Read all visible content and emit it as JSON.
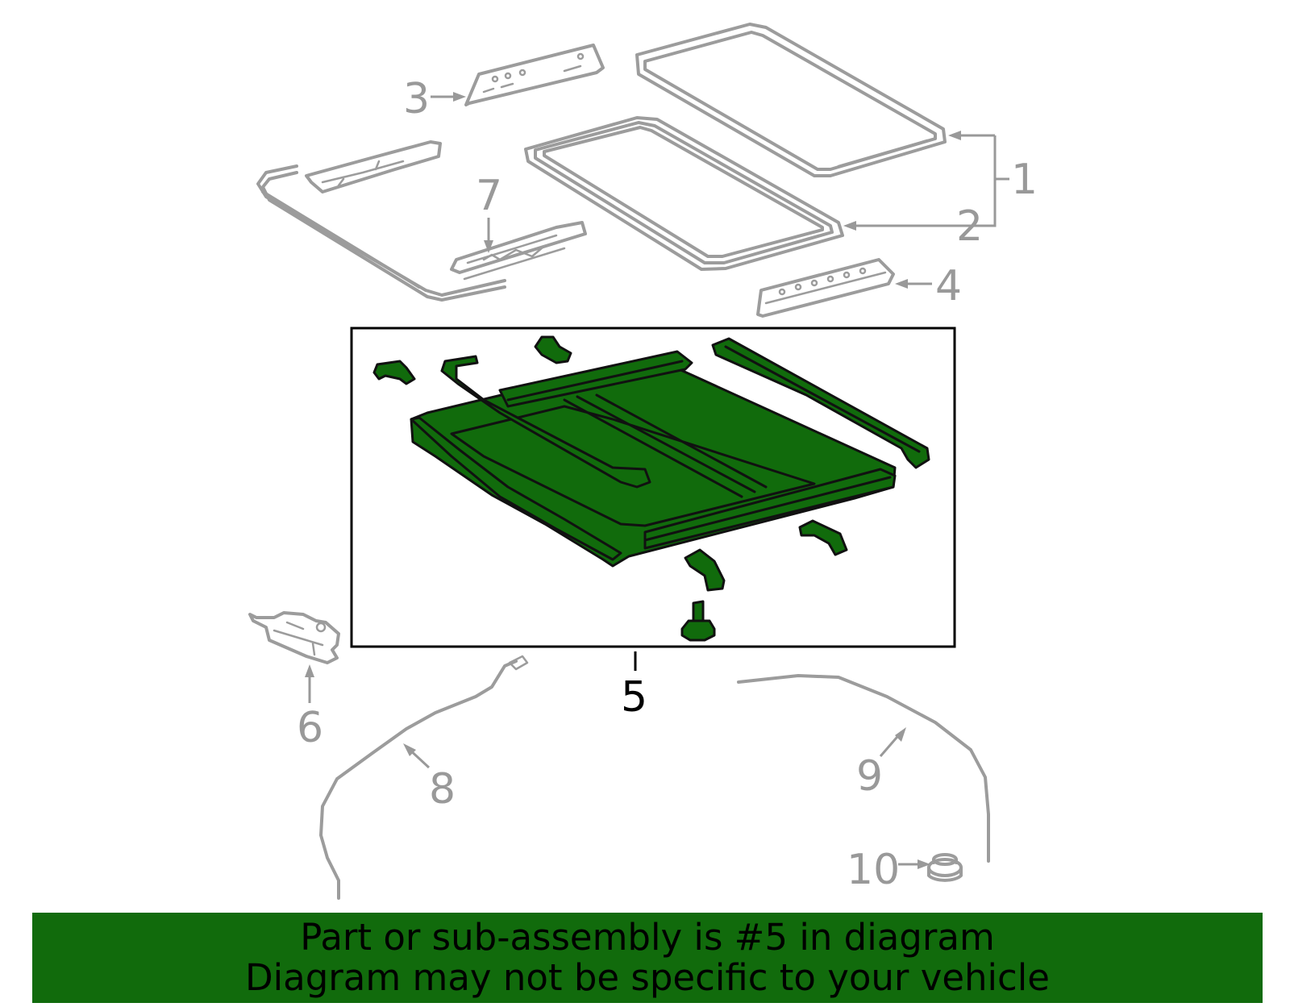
{
  "colors": {
    "highlight_fill": "#116b0c",
    "part_gray": "#9c9c9c",
    "label_gray": "#999999",
    "outline_black": "#111111",
    "banner_bg": "#116b0c",
    "banner_text": "#000000"
  },
  "callouts": {
    "c1": "1",
    "c2": "2",
    "c3": "3",
    "c4": "4",
    "c5": "5",
    "c6": "6",
    "c7": "7",
    "c8": "8",
    "c9": "9",
    "c10": "10"
  },
  "banner": {
    "line1": "Part or sub-assembly is #5 in diagram",
    "line2": "Diagram may not be specific to your vehicle"
  }
}
